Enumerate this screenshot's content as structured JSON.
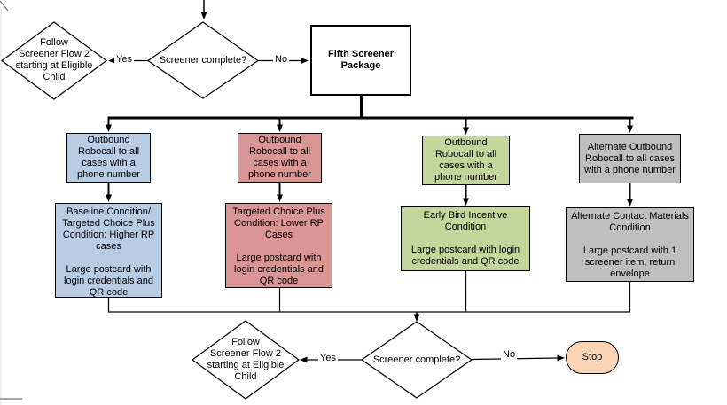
{
  "diagram": {
    "top": {
      "entry_question": "Screener complete?",
      "follow_flow": "Follow\nScreener Flow 2\nstarting at Eligible\nChild",
      "yes_label": "Yes",
      "no_label": "No",
      "package": "Fifth Screener\nPackage"
    },
    "branches": [
      {
        "id": "baseline",
        "fill": "#b8cce4",
        "robocall": "Outbound\nRobocall to all\ncases with a\nphone number",
        "condition": "Baseline Condition/\nTargeted Choice Plus\nCondition: Higher RP\ncases\n\nLarge postcard with\nlogin credentials and\nQR code"
      },
      {
        "id": "targeted-choice-plus",
        "fill": "#d99694",
        "robocall": "Outbound\nRobocall to all\ncases with a\nphone number",
        "condition": "Targeted Choice Plus\nCondition: Lower RP\nCases\n\nLarge postcard with\nlogin credentials and\nQR code"
      },
      {
        "id": "early-bird",
        "fill": "#c3d69b",
        "robocall": "Outbound\nRobocall to all\ncases with a\nphone number",
        "condition": "Early Bird Incentive\nCondition\n\nLarge postcard with login\ncredentials and QR code"
      },
      {
        "id": "alternate-contact",
        "fill": "#bfbfbf",
        "robocall": "Alternate Outbound\nRobocall to all cases\nwith a phone number",
        "condition": "Alternate Contact Materials\nCondition\n\nLarge postcard with 1\nscreener item, return\nenvelope"
      }
    ],
    "bottom": {
      "question": "Screener complete?",
      "follow_flow": "Follow\nScreener Flow 2\nstarting at Eligible\nChild",
      "yes_label": "Yes",
      "no_label": "No",
      "stop_label": "Stop",
      "stop_fill": "#fbd5b5"
    },
    "colors": {
      "line": "#000000",
      "diamond_fill": "#ffffff"
    }
  }
}
